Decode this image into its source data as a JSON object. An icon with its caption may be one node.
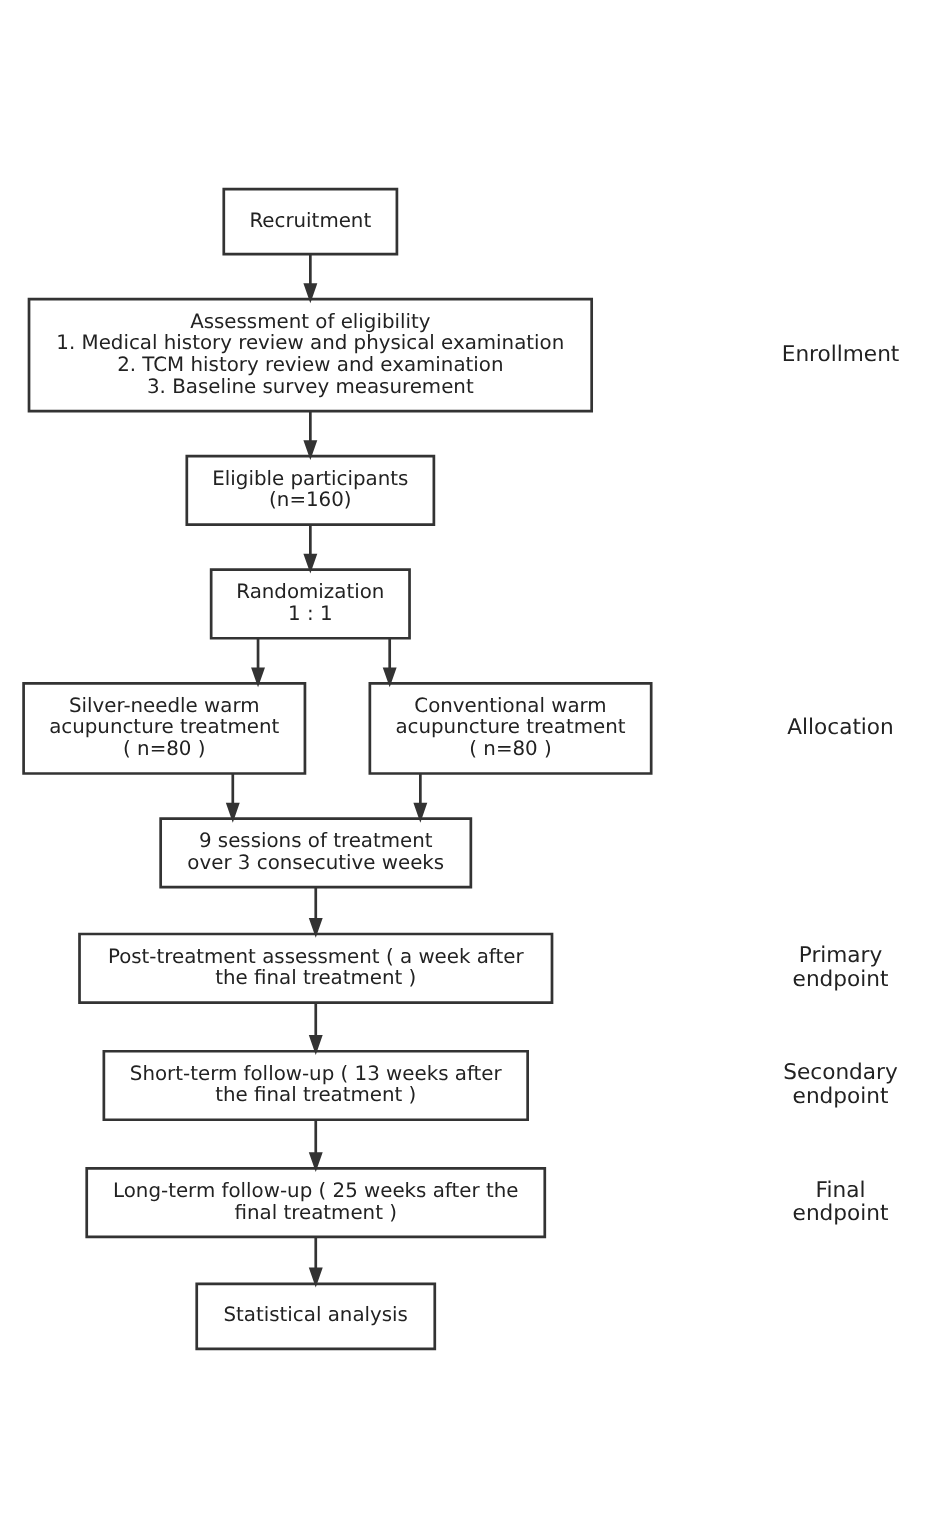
{
  "diagram": {
    "nodes": [
      {
        "text": [
          "Recruitment"
        ]
      },
      {
        "text": [
          "Assessment of eligibility",
          "1. Medical history review and physical examination",
          "2. TCM history review and examination",
          "3. Baseline survey measurement"
        ]
      },
      {
        "text": [
          "Eligible participants (n=160)"
        ]
      },
      {
        "text": [
          "Randomization 1 : 1"
        ]
      },
      {
        "text": [
          "Silver-needle warm acupuncture treatment ( n=80 )"
        ]
      },
      {
        "text": [
          "Conventional warm acupuncture treatment ( n=80 )"
        ]
      },
      {
        "text": [
          "9 sessions of treatment over 3 consecutive weeks"
        ]
      },
      {
        "text": [
          "Post-treatment assessment ( a week after the final treatment )"
        ]
      },
      {
        "text": [
          "Short-term follow-up ( 13 weeks after the final treatment )"
        ]
      },
      {
        "text": [
          "Long-term follow-up ( 25 weeks after the final treatment )"
        ]
      },
      {
        "text": [
          "Statistical analysis"
        ]
      }
    ],
    "edges": [
      {
        "from": 0,
        "to": 1,
        "arrow": "to"
      },
      {
        "from": 1,
        "to": 2,
        "arrow": "to"
      },
      {
        "from": 2,
        "to": 3,
        "arrow": "to"
      },
      {
        "from": 3,
        "to": 4,
        "arrow": "to"
      },
      {
        "from": 3,
        "to": 5,
        "arrow": "to"
      },
      {
        "from": 4,
        "to": 6,
        "arrow": "to"
      },
      {
        "from": 5,
        "to": 6,
        "arrow": "to"
      },
      {
        "from": 6,
        "to": 7,
        "arrow": "to"
      },
      {
        "from": 7,
        "to": 8,
        "arrow": "to"
      },
      {
        "from": 8,
        "to": 9,
        "arrow": "to"
      },
      {
        "from": 9,
        "to": 10,
        "arrow": "to"
      }
    ],
    "labels": [
      "Enrollment",
      "Allocation",
      "Primary endpoint",
      "Secondary endpoint",
      "Final endpoint"
    ]
  }
}
